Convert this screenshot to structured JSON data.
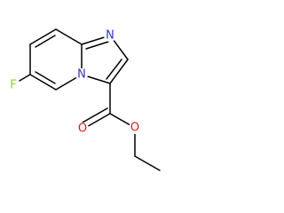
{
  "molecule": {
    "atoms": {
      "F": {
        "symbol": "F",
        "color": "#8fd13f"
      },
      "N1": {
        "symbol": "N",
        "color": "#3333cc"
      },
      "N2": {
        "symbol": "N",
        "color": "#3333cc"
      },
      "O1": {
        "symbol": "O",
        "color": "#cc2222"
      },
      "O2": {
        "symbol": "O",
        "color": "#cc2222"
      }
    },
    "bond_color": "#000000"
  }
}
